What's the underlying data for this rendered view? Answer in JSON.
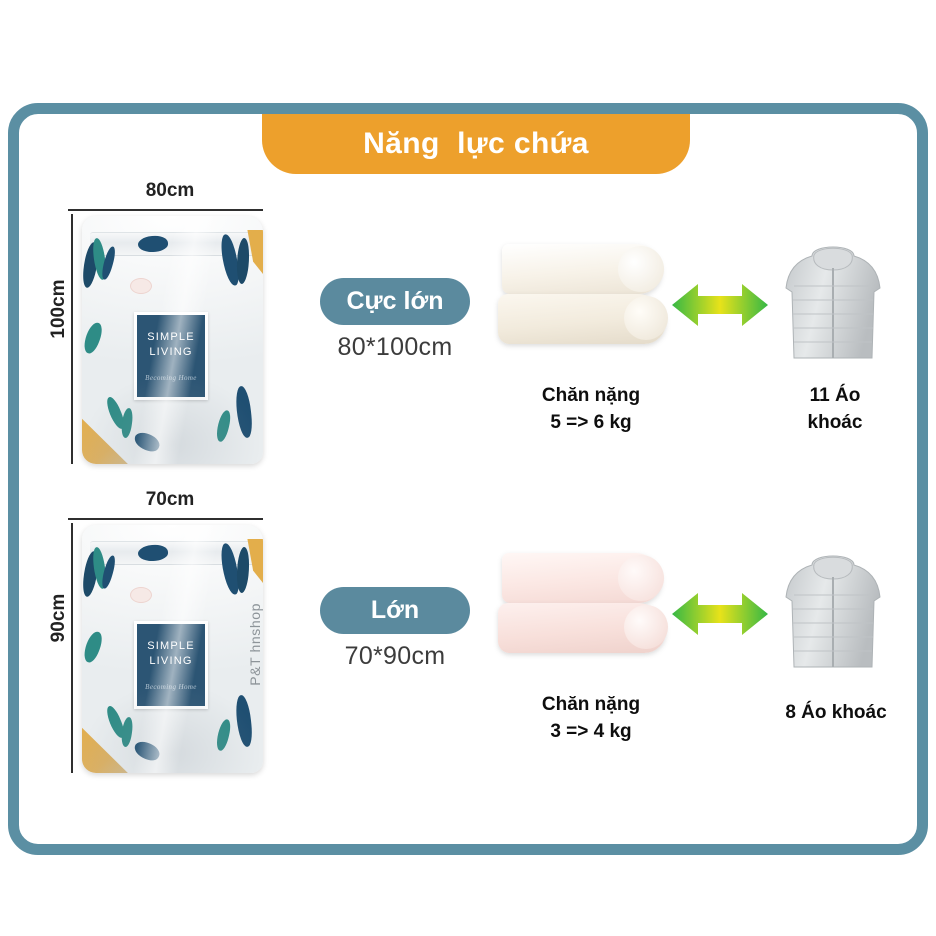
{
  "banner": {
    "title": "Năng  lực chứa",
    "bg_color": "#eda02c",
    "text_color": "#ffffff"
  },
  "frame": {
    "border_color": "#5b8fa3"
  },
  "rows": [
    {
      "bag": {
        "width_label": "80cm",
        "height_label": "100cm",
        "brand_line1": "SIMPLE",
        "brand_line2": "LIVING",
        "brand_script": "Becoming Home",
        "watermark": ""
      },
      "size": {
        "pill_label": "Cực lớn",
        "dimensions": "80*100cm",
        "pill_color": "#5b8a9e"
      },
      "comforter": {
        "color": "#f6f1e6",
        "caption": "Chăn nặng\n5 => 6 kg"
      },
      "arrow": {
        "color_start": "#36b845",
        "color_mid": "#e8e21a",
        "color_end": "#36b845"
      },
      "jacket": {
        "color": "#cfd2d4",
        "caption": "11 Áo\nkhoác"
      }
    },
    {
      "bag": {
        "width_label": "70cm",
        "height_label": "90cm",
        "brand_line1": "SIMPLE",
        "brand_line2": "LIVING",
        "brand_script": "Becoming Home",
        "watermark": "P&T hnshop"
      },
      "size": {
        "pill_label": "Lớn",
        "dimensions": "70*90cm",
        "pill_color": "#5b8a9e"
      },
      "comforter": {
        "color": "#fbe7e3",
        "caption": "Chăn nặng\n3 => 4 kg"
      },
      "arrow": {
        "color_start": "#36b845",
        "color_mid": "#e8e21a",
        "color_end": "#36b845"
      },
      "jacket": {
        "color": "#cfd2d4",
        "caption": "8 Áo khoác"
      }
    }
  ]
}
